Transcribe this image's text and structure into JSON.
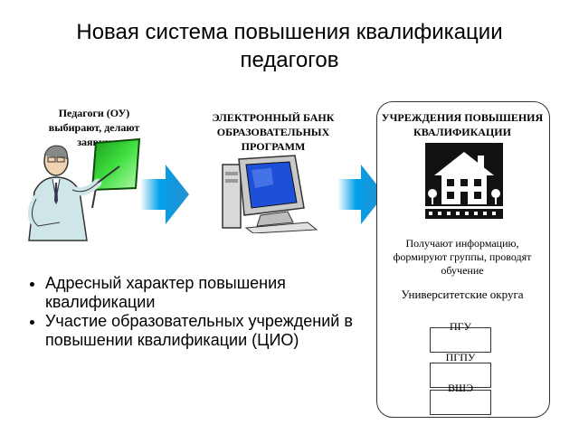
{
  "title": "Новая система повышения квалификации педагогов",
  "teachers": {
    "label": "Педагоги (ОУ) выбирают, делают заявки"
  },
  "bank": {
    "label": "ЭЛЕКТРОННЫЙ БАНК ОБРАЗОВАТЕЛЬНЫХ ПРОГРАММ"
  },
  "institutions": {
    "label": "УЧРЕЖДЕНИЯ ПОВЫШЕНИЯ КВАЛИФИКАЦИИ",
    "description": "Получают информацию, формируют группы, проводят обучение",
    "districts_label": "Университетские округа",
    "universities": [
      "ПГУ",
      "ПГПУ",
      "ВШЭ"
    ]
  },
  "bullets": [
    "Адресный характер повышения квалификации",
    "Участие образовательных учреждений в повышении квалификации (ЦИО)"
  ],
  "colors": {
    "arrow_start": "#00a0e8",
    "arrow_end": "#2a8fd0",
    "board_green": "#3fe03f",
    "house_tile": "#111111",
    "computer_blue": "#1e4fd8"
  },
  "icons": [
    "teacher-with-board-icon",
    "computer-icon",
    "house-icon",
    "arrow-right-icon"
  ]
}
